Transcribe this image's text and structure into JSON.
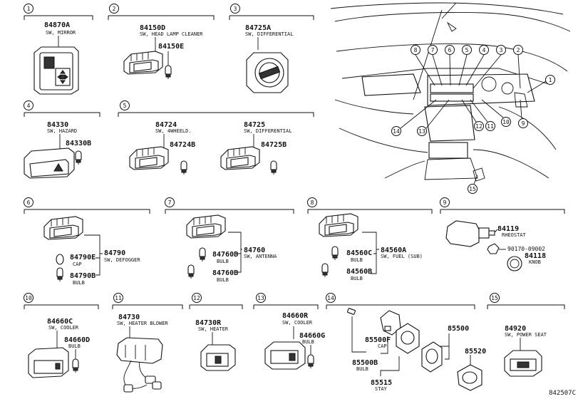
{
  "diagram_code": "842507C",
  "sections": [
    {
      "num": "1",
      "parts": [
        {
          "pn": "84870A",
          "desc": "SW, MIRROR"
        }
      ]
    },
    {
      "num": "2",
      "parts": [
        {
          "pn": "84150D",
          "desc": "SW, HEAD LAMP CLEANER"
        },
        {
          "pn": "84150E",
          "desc": ""
        }
      ]
    },
    {
      "num": "3",
      "parts": [
        {
          "pn": "84725A",
          "desc": "SW, DIFFERENTIAL"
        }
      ]
    },
    {
      "num": "4",
      "parts": [
        {
          "pn": "84330",
          "desc": "SW, HAZARD"
        },
        {
          "pn": "84330B",
          "desc": ""
        }
      ]
    },
    {
      "num": "5",
      "parts": [
        {
          "pn": "84724",
          "desc": "SW, 4WHEELD."
        },
        {
          "pn": "84724B",
          "desc": ""
        },
        {
          "pn": "84725",
          "desc": "SW, DIFFERENTIAL"
        },
        {
          "pn": "84725B",
          "desc": ""
        }
      ]
    },
    {
      "num": "6",
      "parts": [
        {
          "pn": "84790",
          "desc": "SW, DEFOGGER"
        },
        {
          "pn": "84790E",
          "desc": "CAP"
        },
        {
          "pn": "84790B",
          "desc": "BULB"
        }
      ]
    },
    {
      "num": "7",
      "parts": [
        {
          "pn": "84760",
          "desc": "SW, ANTENNA"
        },
        {
          "pn": "84760B",
          "desc": "BULB"
        },
        {
          "pn": "84760B",
          "desc": "BULB"
        }
      ]
    },
    {
      "num": "8",
      "parts": [
        {
          "pn": "84560A",
          "desc": "SW, FUEL (SUB)"
        },
        {
          "pn": "84560C",
          "desc": "BULB"
        },
        {
          "pn": "84560B",
          "desc": "BULB"
        }
      ]
    },
    {
      "num": "9",
      "parts": [
        {
          "pn": "84119",
          "desc": "RHEOSTAT"
        },
        {
          "pn": "90170-09002",
          "desc": ""
        },
        {
          "pn": "84118",
          "desc": "KNOB"
        }
      ]
    },
    {
      "num": "10",
      "parts": [
        {
          "pn": "84660C",
          "desc": "SW, COOLER"
        },
        {
          "pn": "84660D",
          "desc": "BULB"
        }
      ]
    },
    {
      "num": "11",
      "parts": [
        {
          "pn": "84730",
          "desc": "SW, HEATER BLOWER"
        }
      ]
    },
    {
      "num": "12",
      "parts": [
        {
          "pn": "84730R",
          "desc": "SW, HEATER"
        }
      ]
    },
    {
      "num": "13",
      "parts": [
        {
          "pn": "84660R",
          "desc": "SW, COOLER"
        },
        {
          "pn": "84660G",
          "desc": "BULB"
        }
      ]
    },
    {
      "num": "14",
      "parts": [
        {
          "pn": "85500F",
          "desc": "CAP"
        },
        {
          "pn": "85500B",
          "desc": "BULB"
        },
        {
          "pn": "85515",
          "desc": "STAY"
        },
        {
          "pn": "85500",
          "desc": ""
        },
        {
          "pn": "85520",
          "desc": ""
        }
      ]
    },
    {
      "num": "15",
      "parts": [
        {
          "pn": "84920",
          "desc": "SW, POWER SEAT"
        }
      ]
    }
  ],
  "locator_callouts": [
    "1",
    "2",
    "3",
    "4",
    "5",
    "6",
    "7",
    "8",
    "9",
    "10",
    "11",
    "12",
    "13",
    "14",
    "15"
  ]
}
